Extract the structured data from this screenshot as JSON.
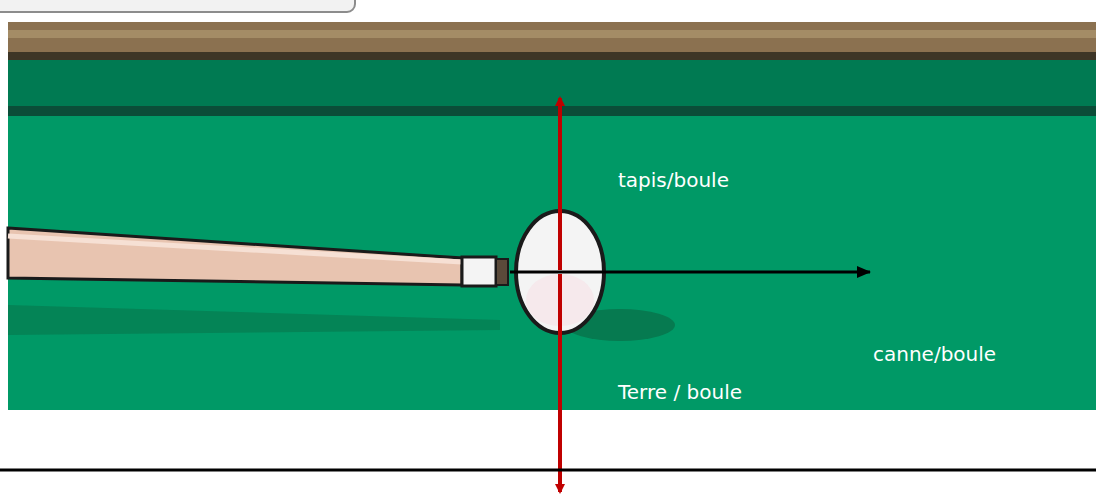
{
  "diagram": {
    "labels": [
      "tapis/boule",
      "canne/boule",
      "Terre / boule"
    ]
  }
}
